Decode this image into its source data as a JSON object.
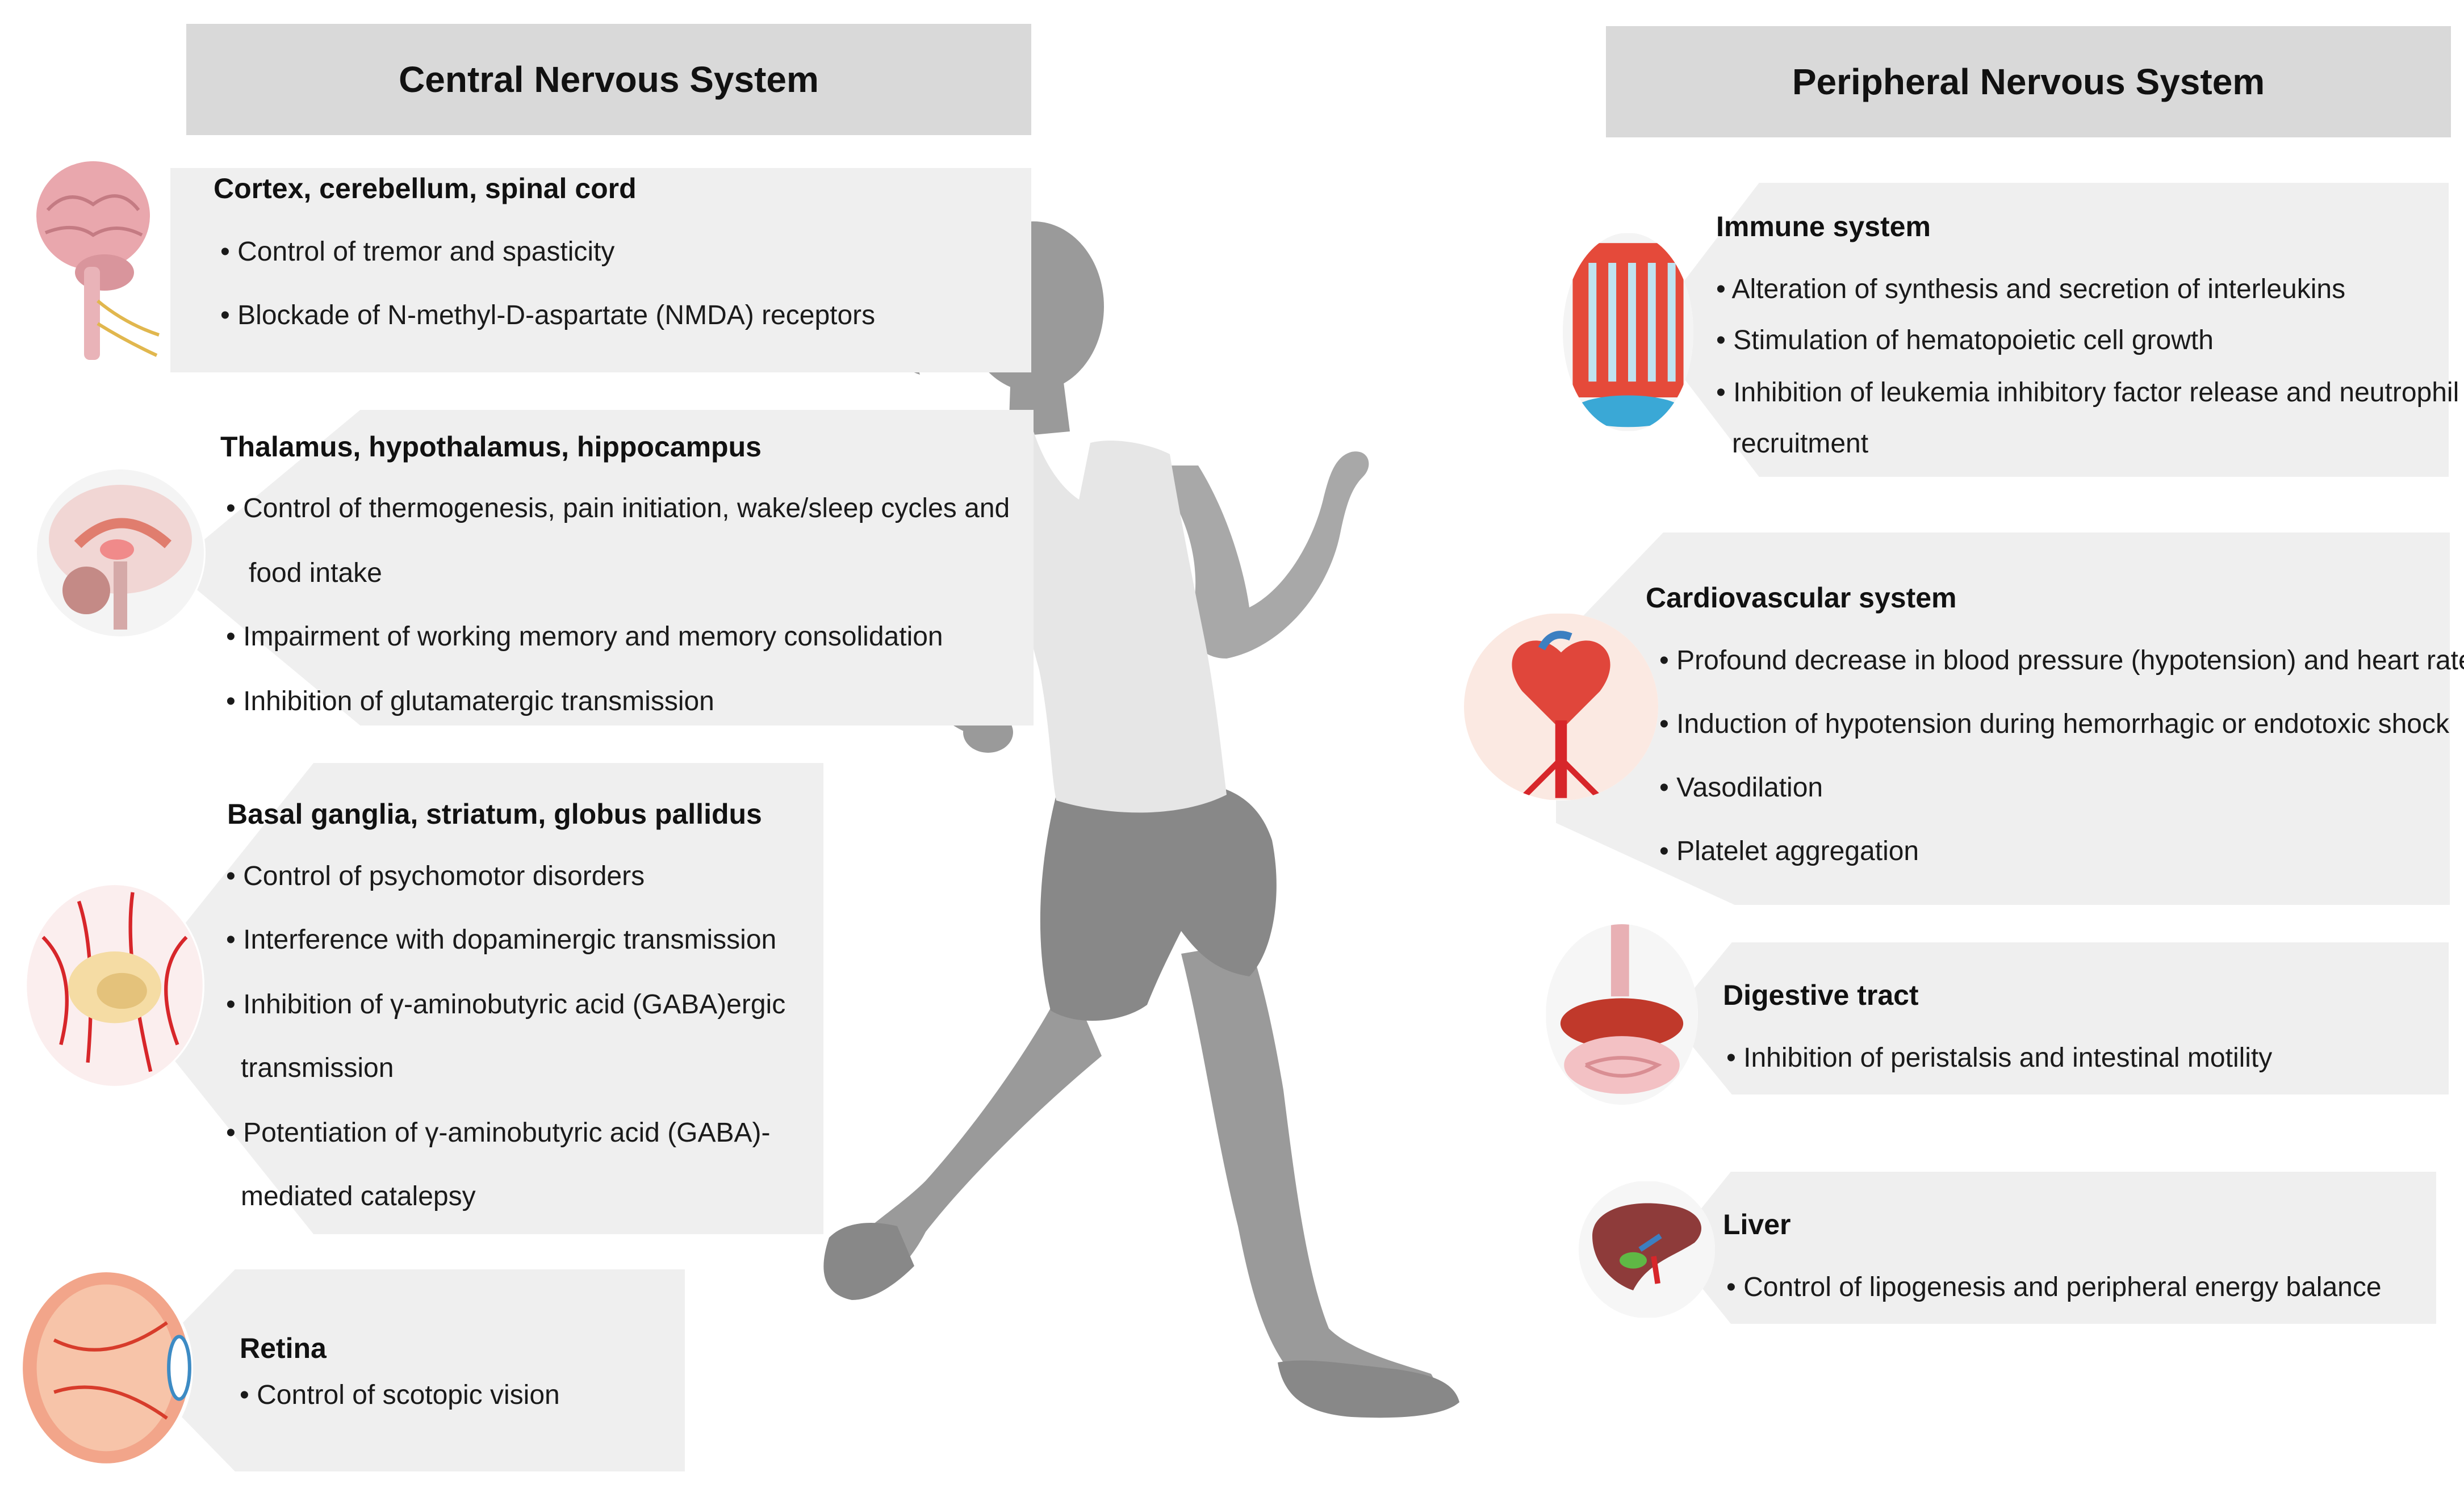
{
  "headers": {
    "cns": "Central Nervous System",
    "pns": "Peripheral Nervous System"
  },
  "cns": {
    "cortex": {
      "title": "Cortex, cerebellum, spinal cord",
      "bullets": [
        "• Control of tremor and spasticity",
        "• Blockade of N-methyl-D-aspartate (NMDA) receptors"
      ],
      "icon": "brain-spinal-cord-icon"
    },
    "thalamus": {
      "title": "Thalamus, hypothalamus, hippocampus",
      "bullets": [
        "• Control of thermogenesis, pain initiation, wake/sleep cycles and",
        "food intake",
        "• Impairment of working memory and memory consolidation",
        "• Inhibition of glutamatergic transmission"
      ],
      "icon": "brain-sagittal-icon"
    },
    "basal": {
      "title": "Basal ganglia, striatum, globus pallidus",
      "bullets": [
        "• Control of psychomotor disorders",
        "• Interference with dopaminergic transmission",
        "• Inhibition of γ-aminobutyric acid (GABA)ergic",
        "transmission",
        "• Potentiation of γ-aminobutyric acid (GABA)-",
        "mediated catalepsy"
      ],
      "icon": "basal-ganglia-icon"
    },
    "retina": {
      "title": "Retina",
      "bullets": [
        "• Control of scotopic vision"
      ],
      "icon": "eye-icon"
    }
  },
  "pns": {
    "immune": {
      "title": "Immune system",
      "bullets": [
        "• Alteration of synthesis and secretion of interleukins",
        "• Stimulation of hematopoietic cell growth",
        "• Inhibition of leukemia inhibitory factor release and neutrophil",
        "recruitment"
      ],
      "icon": "bone-marrow-icon"
    },
    "cardio": {
      "title": "Cardiovascular system",
      "bullets": [
        "• Profound decrease in blood pressure (hypotension) and heart rate",
        "• Induction of hypotension during hemorrhagic or endotoxic shock",
        "• Vasodilation",
        "• Platelet aggregation"
      ],
      "icon": "heart-icon"
    },
    "digestive": {
      "title": "Digestive tract",
      "bullets": [
        "• Inhibition of peristalsis and intestinal motility"
      ],
      "icon": "digestive-tract-icon"
    },
    "liver": {
      "title": "Liver",
      "bullets": [
        "• Control of lipogenesis and peripheral energy balance"
      ],
      "icon": "liver-icon"
    }
  },
  "colors": {
    "header_bg": "#d9d9d9",
    "box_bg": "#efefef",
    "runner": "#9a9a9a",
    "runner_dark": "#8a8a8a",
    "top": "#e6e6e6"
  }
}
